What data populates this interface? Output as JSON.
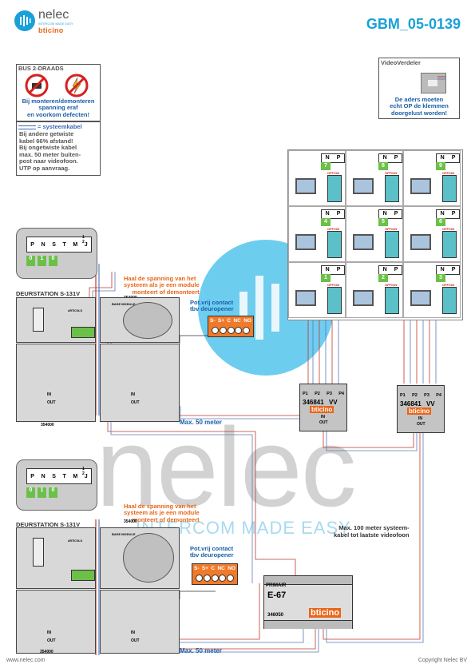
{
  "header": {
    "brand": "nelec",
    "brand_tagline": "INTERCOM MADE EASY",
    "sub_brand": "bticino",
    "doc_code": "GBM_05-0139"
  },
  "bus_box": {
    "title": "BUS 2-DRAADS",
    "warning_lines": [
      "Bij monteren/demonteren",
      "spanning eraf",
      "en voorkom defecten!"
    ]
  },
  "cable_box": {
    "legend": "= systeemkabel",
    "lines": [
      "Bij andere getwiste",
      "kabel 66% afstand!",
      "Bij ongetwiste kabel",
      "max. 50 meter buiten-",
      "post naar videofoon.",
      "UTP op aanvraag."
    ]
  },
  "video_distributor_box": {
    "title": "VideoVerdeler",
    "lines": [
      "De aders moeten",
      "echt OP de klemmen",
      "doorgelust worden!"
    ]
  },
  "door_stations": [
    {
      "label": "DEURSTATION S-131V",
      "terminals": [
        "P",
        "N",
        "S",
        "T",
        "M"
      ],
      "jumper_labels": [
        "J",
        "1",
        "2"
      ],
      "digits": [
        "0",
        "1",
        "0"
      ],
      "warning": [
        "Haal de spanning van het",
        "systeem als je een module",
        "monteert of demonteert"
      ],
      "contact_title": [
        "Pot.vrij contact",
        "tbv deuropener"
      ],
      "contact_terminals": [
        "S-",
        "S+",
        "C",
        "NC",
        "NO"
      ],
      "part_top": "354000",
      "part_bottom": "354000",
      "module_labels": [
        "ARTICOLO",
        "BASE MODULE"
      ],
      "in_label": "IN",
      "out_label": "OUT",
      "distance": "Max. 50 meter"
    },
    {
      "label": "DEURSTATION S-131V",
      "terminals": [
        "P",
        "N",
        "S",
        "T",
        "M"
      ],
      "jumper_labels": [
        "J",
        "1",
        "2"
      ],
      "digits": [
        "0",
        "1",
        "0"
      ],
      "warning": [
        "Haal de spanning van het",
        "systeem als je een module",
        "monteert of demonteert"
      ],
      "contact_title": [
        "Pot.vrij contact",
        "tbv deuropener"
      ],
      "contact_terminals": [
        "S-",
        "S+",
        "C",
        "NC",
        "NO"
      ],
      "part_top": "354000",
      "part_bottom": "354000",
      "module_labels": [
        "ARTICOLO",
        "BASE MODULE"
      ],
      "in_label": "IN",
      "out_label": "OUT",
      "distance": "Max. 50 meter"
    }
  ],
  "monitors": [
    {
      "n": "N",
      "p": "P",
      "num": "7",
      "off_on": "OFF/ON"
    },
    {
      "n": "N",
      "p": "P",
      "num": "8",
      "off_on": "OFF/ON"
    },
    {
      "n": "N",
      "p": "P",
      "num": "9",
      "off_on": "OFF/ON"
    },
    {
      "n": "N",
      "p": "P",
      "num": "4",
      "off_on": "OFF/ON"
    },
    {
      "n": "N",
      "p": "P",
      "num": "5",
      "off_on": "OFF/ON"
    },
    {
      "n": "N",
      "p": "P",
      "num": "6",
      "off_on": "OFF/ON"
    },
    {
      "n": "N",
      "p": "P",
      "num": "1",
      "off_on": "OFF/ON"
    },
    {
      "n": "N",
      "p": "P",
      "num": "2",
      "off_on": "OFF/ON"
    },
    {
      "n": "N",
      "p": "P",
      "num": "3",
      "off_on": "OFF/ON"
    }
  ],
  "distributors": [
    {
      "ports": [
        "P1",
        "P2",
        "P3",
        "P4"
      ],
      "model": "346841",
      "vv": "VV",
      "brand": "bticino",
      "in": "IN",
      "out": "OUT"
    },
    {
      "ports": [
        "P1",
        "P2",
        "P3",
        "P4"
      ],
      "model": "346841",
      "vv": "VV",
      "brand": "bticino",
      "in": "IN",
      "out": "OUT"
    }
  ],
  "power_supply": {
    "label": "PRIMAIR",
    "model": "E-67",
    "article": "346050",
    "brand": "bticino"
  },
  "system_note": [
    "Max. 100 meter systeem-",
    "kabel tot laatste videofoon"
  ],
  "watermark": {
    "main": "nelec",
    "sub": "INTERCOM MADE EASY"
  },
  "footer": {
    "left": "www.nelec.com",
    "right": "Copyright Nelec BV"
  },
  "colors": {
    "accent_blue": "#1aa0d8",
    "orange": "#e8661a",
    "green": "#6cc04a",
    "wire_red": "#c0392b",
    "wire_blue": "#5b7bbd"
  }
}
